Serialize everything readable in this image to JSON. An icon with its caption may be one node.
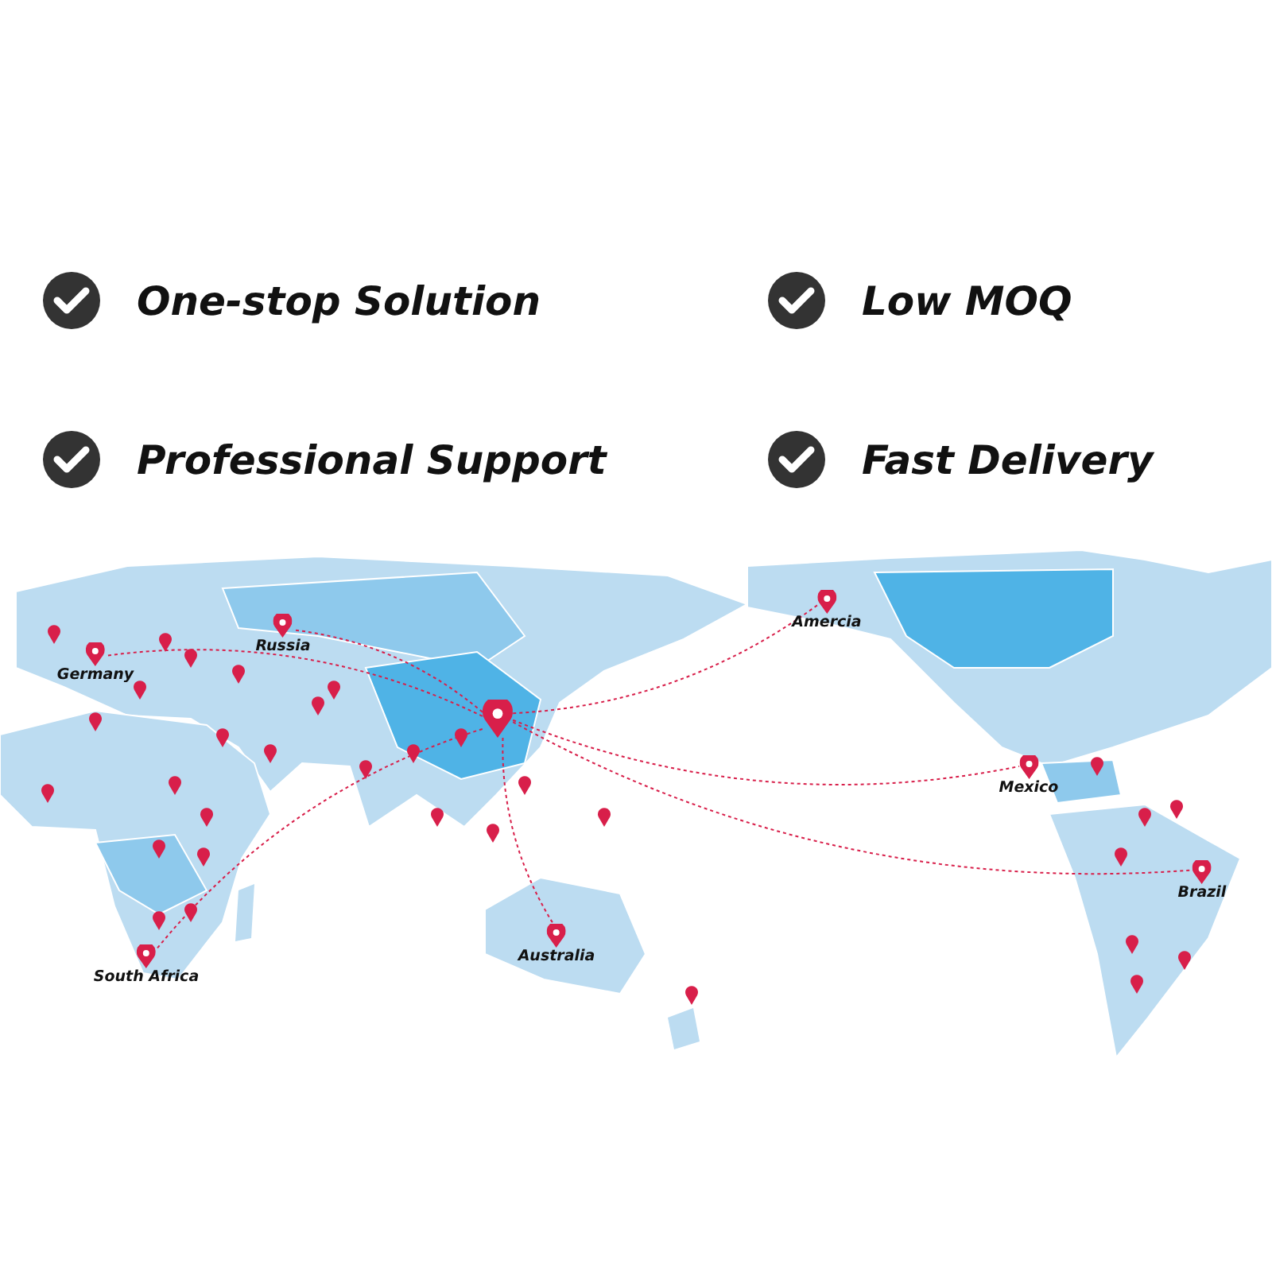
{
  "diagram": {
    "nodes": [
      {
        "text": [],
        "shape": "picture"
      },
      {
        "text": [
          "Russia"
        ]
      },
      {
        "text": [
          "Germany"
        ]
      },
      {
        "text": [
          "Amercia"
        ]
      },
      {
        "text": [
          "Mexico"
        ]
      },
      {
        "text": [
          "Brazil"
        ]
      },
      {
        "text": [
          "Australia"
        ]
      },
      {
        "text": [
          "South Africa"
        ]
      }
    ],
    "edges": [
      {
        "from": 0,
        "to": 1,
        "arrow": "none",
        "style": "dashed"
      },
      {
        "from": 0,
        "to": 2,
        "arrow": "none",
        "style": "dashed"
      },
      {
        "from": 0,
        "to": 3,
        "arrow": "none",
        "style": "dashed"
      },
      {
        "from": 0,
        "to": 4,
        "arrow": "none",
        "style": "dashed"
      },
      {
        "from": 0,
        "to": 5,
        "arrow": "none",
        "style": "dashed"
      },
      {
        "from": 0,
        "to": 6,
        "arrow": "none",
        "style": "dashed"
      },
      {
        "from": 0,
        "to": 7,
        "arrow": "none",
        "style": "dashed"
      }
    ],
    "labels": [
      "One-stop Solution",
      "Low MOQ",
      "Professional Support",
      "Fast Delivery"
    ]
  }
}
